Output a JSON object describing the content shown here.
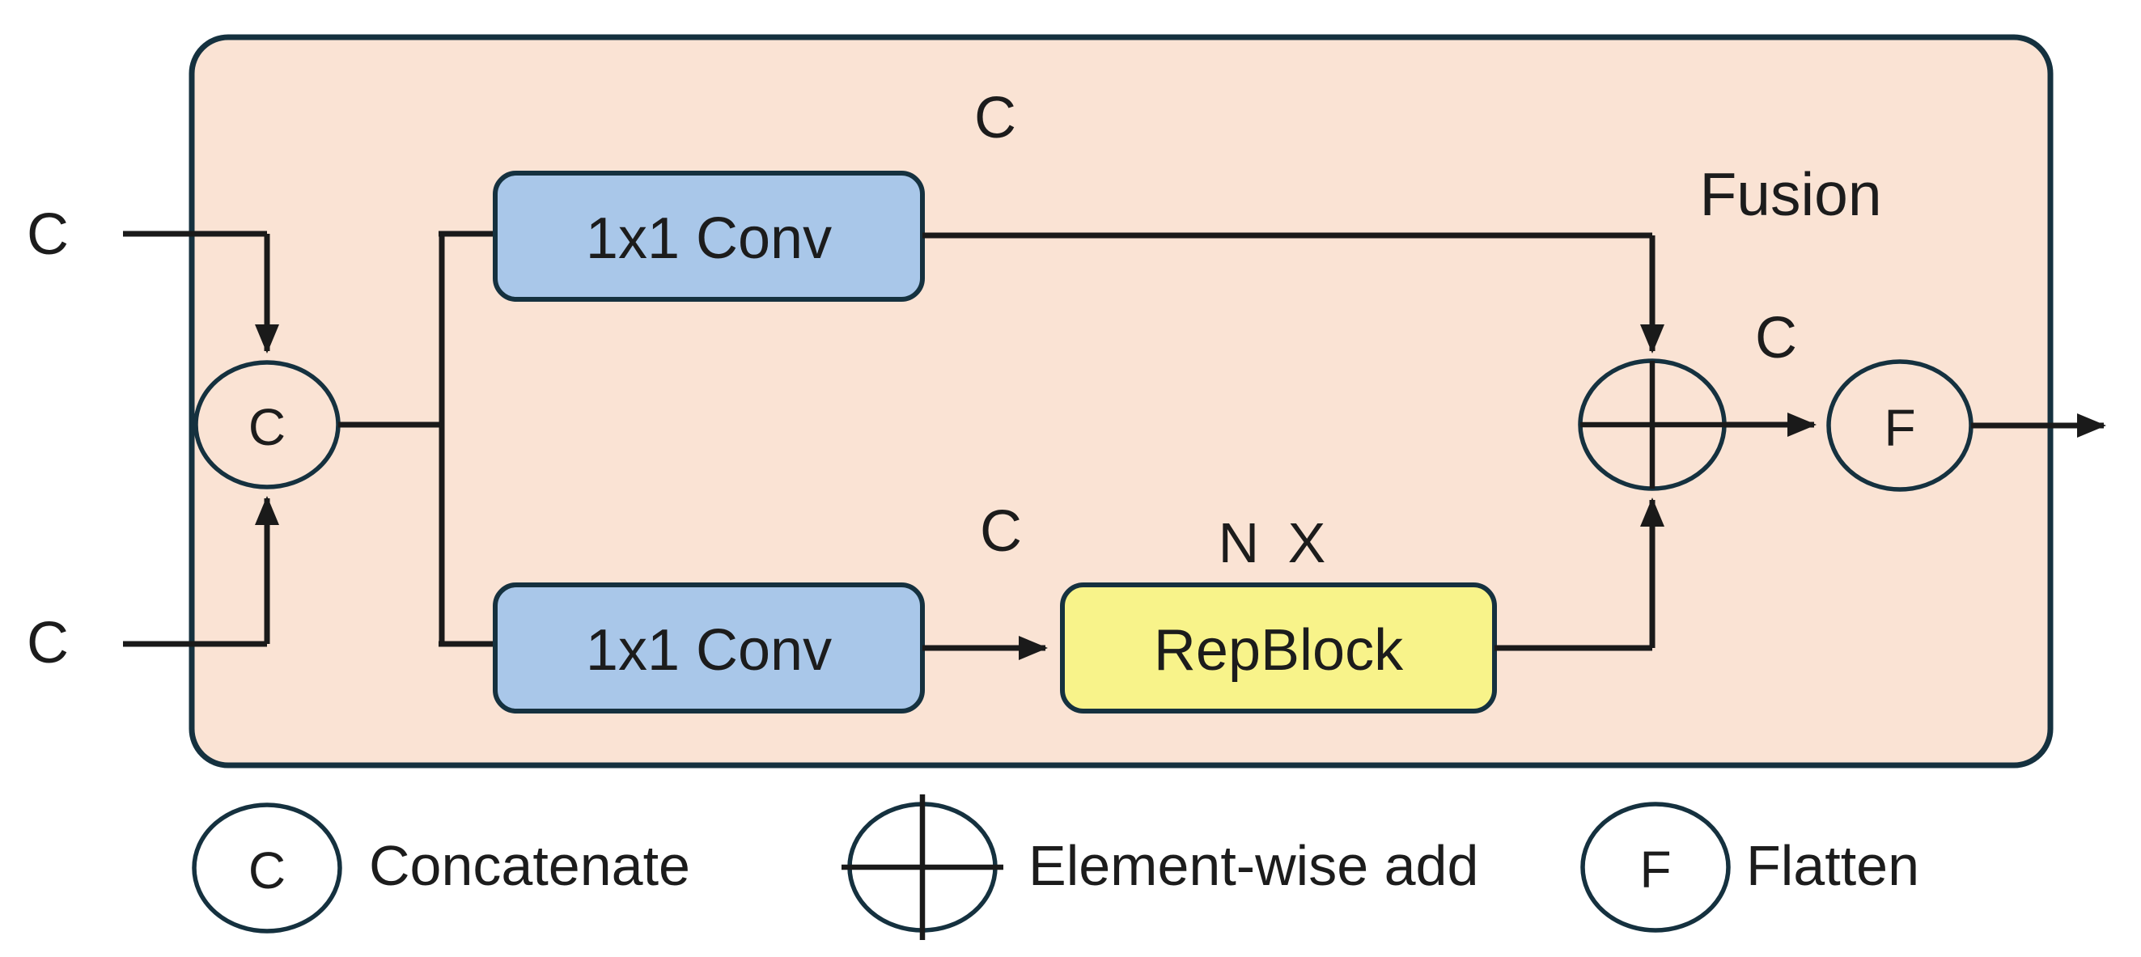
{
  "title": "Fusion module diagram",
  "colors": {
    "background": "#ffffff",
    "panel_fill": "#fae3d4",
    "panel_border": "#15313f",
    "conv_fill": "#a9c7e9",
    "repblock_fill": "#f8f38a",
    "line": "#1a1a1a"
  },
  "panel": {
    "label": "Fusion"
  },
  "inputs": {
    "top_label": "C",
    "bottom_label": "C"
  },
  "nodes": {
    "concat": {
      "symbol": "C"
    },
    "conv_top": {
      "label": "1x1 Conv"
    },
    "conv_bottom": {
      "label": "1x1 Conv"
    },
    "repblock": {
      "label": "RepBlock",
      "repeat_label": "N X"
    },
    "add": {
      "symbol": "⊕"
    },
    "flatten": {
      "symbol": "F"
    }
  },
  "edge_labels": {
    "top_channels": "C",
    "bottom_channels": "C",
    "add_out_channels": "C"
  },
  "legend": [
    {
      "symbol": "C",
      "label": "Concatenate"
    },
    {
      "symbol": "⊕",
      "label": "Element-wise add"
    },
    {
      "symbol": "F",
      "label": "Flatten"
    }
  ]
}
